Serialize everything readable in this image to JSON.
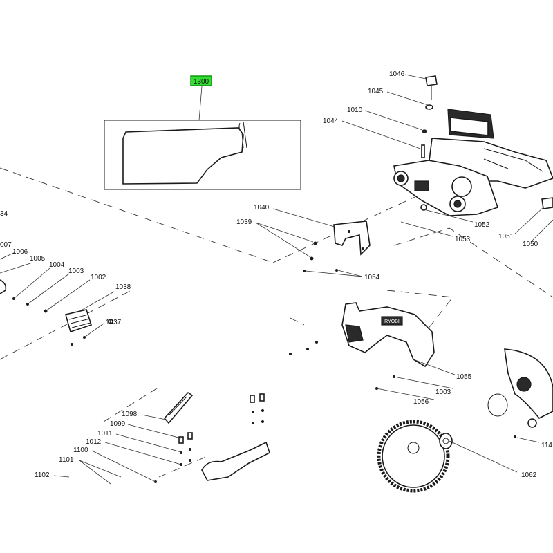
{
  "highlight": {
    "label": "1300",
    "color_fill": "#33dd33",
    "color_stroke": "#119911"
  },
  "parts": {
    "p1046": "1046",
    "p1045": "1045",
    "p1010": "1010",
    "p1044": "1044",
    "p1040": "1040",
    "p1039": "1039",
    "p1052": "1052",
    "p1053": "1053",
    "p1051": "1051",
    "p1050": "1050",
    "p1054": "1054",
    "p1055": "1055",
    "p1003b": "1003",
    "p1056": "1056",
    "p1062": "1062",
    "p114": "114",
    "p34": "34",
    "p007": "007",
    "p1006": "1006",
    "p1005": "1005",
    "p1004": "1004",
    "p1003a": "1003",
    "p1002": "1002",
    "p1038": "1038",
    "p1037": "1037",
    "p1098": "1098",
    "p1099": "1099",
    "p1011": "1011",
    "p1012": "1012",
    "p1100": "1100",
    "p1101": "1101",
    "p1102": "1102"
  },
  "brand_text": "RYOBI"
}
